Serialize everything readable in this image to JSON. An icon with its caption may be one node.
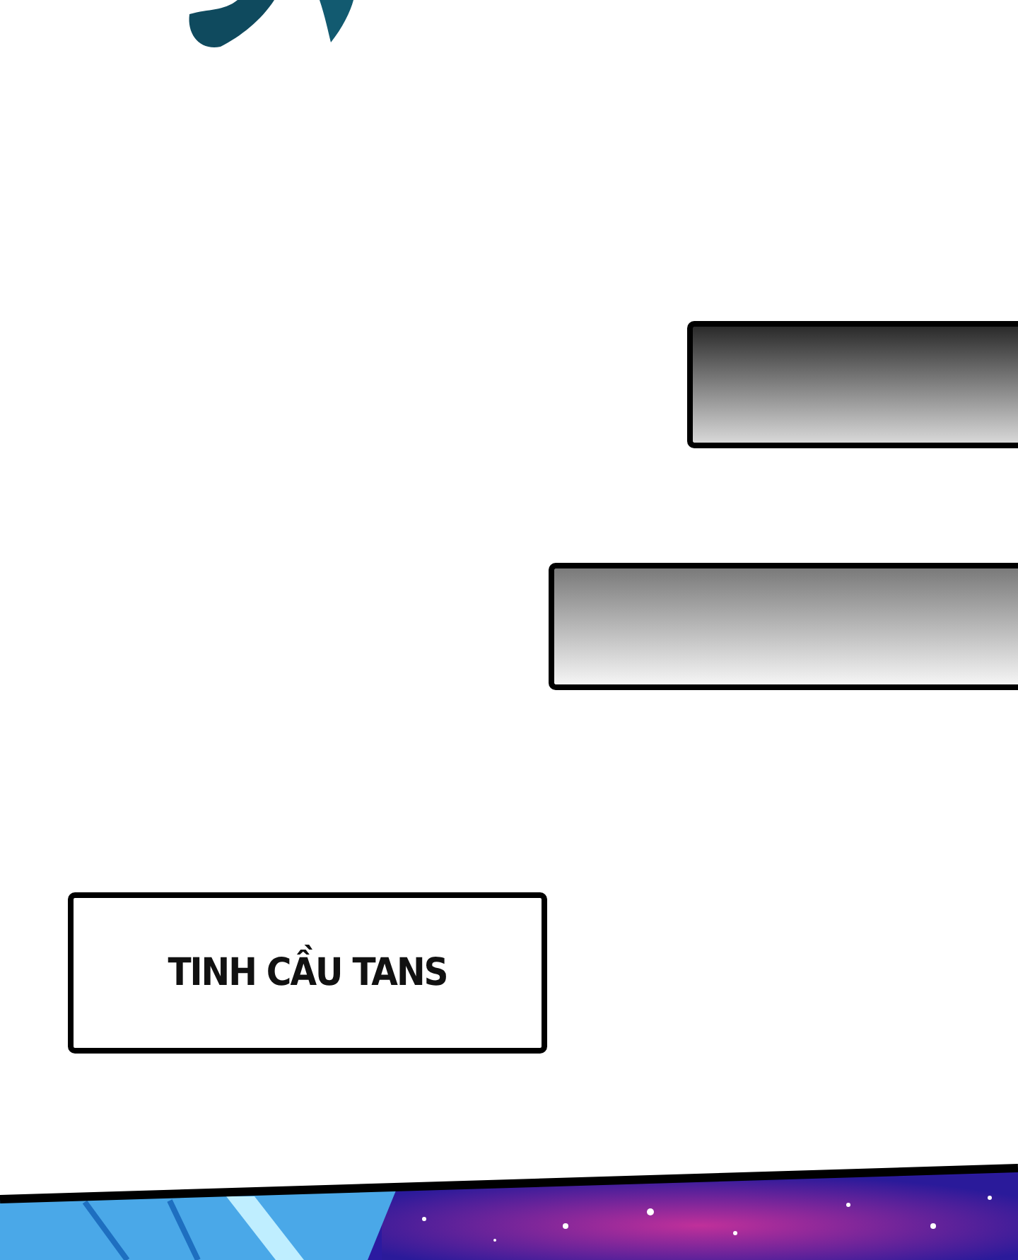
{
  "diagram": {
    "nodes": [
      {
        "text": [],
        "shape": "box"
      },
      {
        "text": [],
        "shape": "box"
      },
      {
        "text": [
          "TINH CẦU TANS"
        ]
      }
    ]
  }
}
